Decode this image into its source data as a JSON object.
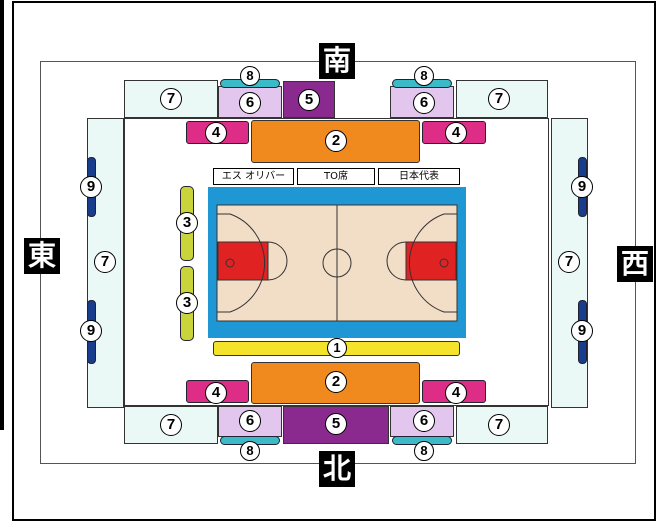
{
  "directions": {
    "south": "南",
    "north": "北",
    "east": "東",
    "west": "西"
  },
  "labels": {
    "team_east": "エス オリバー",
    "to_seat": "TO席",
    "team_west": "日本代表"
  },
  "markers": {
    "m1": "1",
    "m2": "2",
    "m3": "3",
    "m4": "4",
    "m5": "5",
    "m6": "6",
    "m7": "7",
    "m8": "8",
    "m9": "9"
  },
  "colors": {
    "zone1": "#f5e22a",
    "zone2": "#f08a1e",
    "zone3": "#c8d43a",
    "zone4": "#de2d86",
    "zone5": "#8a2a8e",
    "zone6": "#e3c6ee",
    "zone7": "#eaf8f6",
    "zone8": "#3bbac7",
    "zone9": "#173d8c",
    "court_border": "#1f97d4",
    "court_floor": "#f2ddc6",
    "key": "#e02222"
  }
}
